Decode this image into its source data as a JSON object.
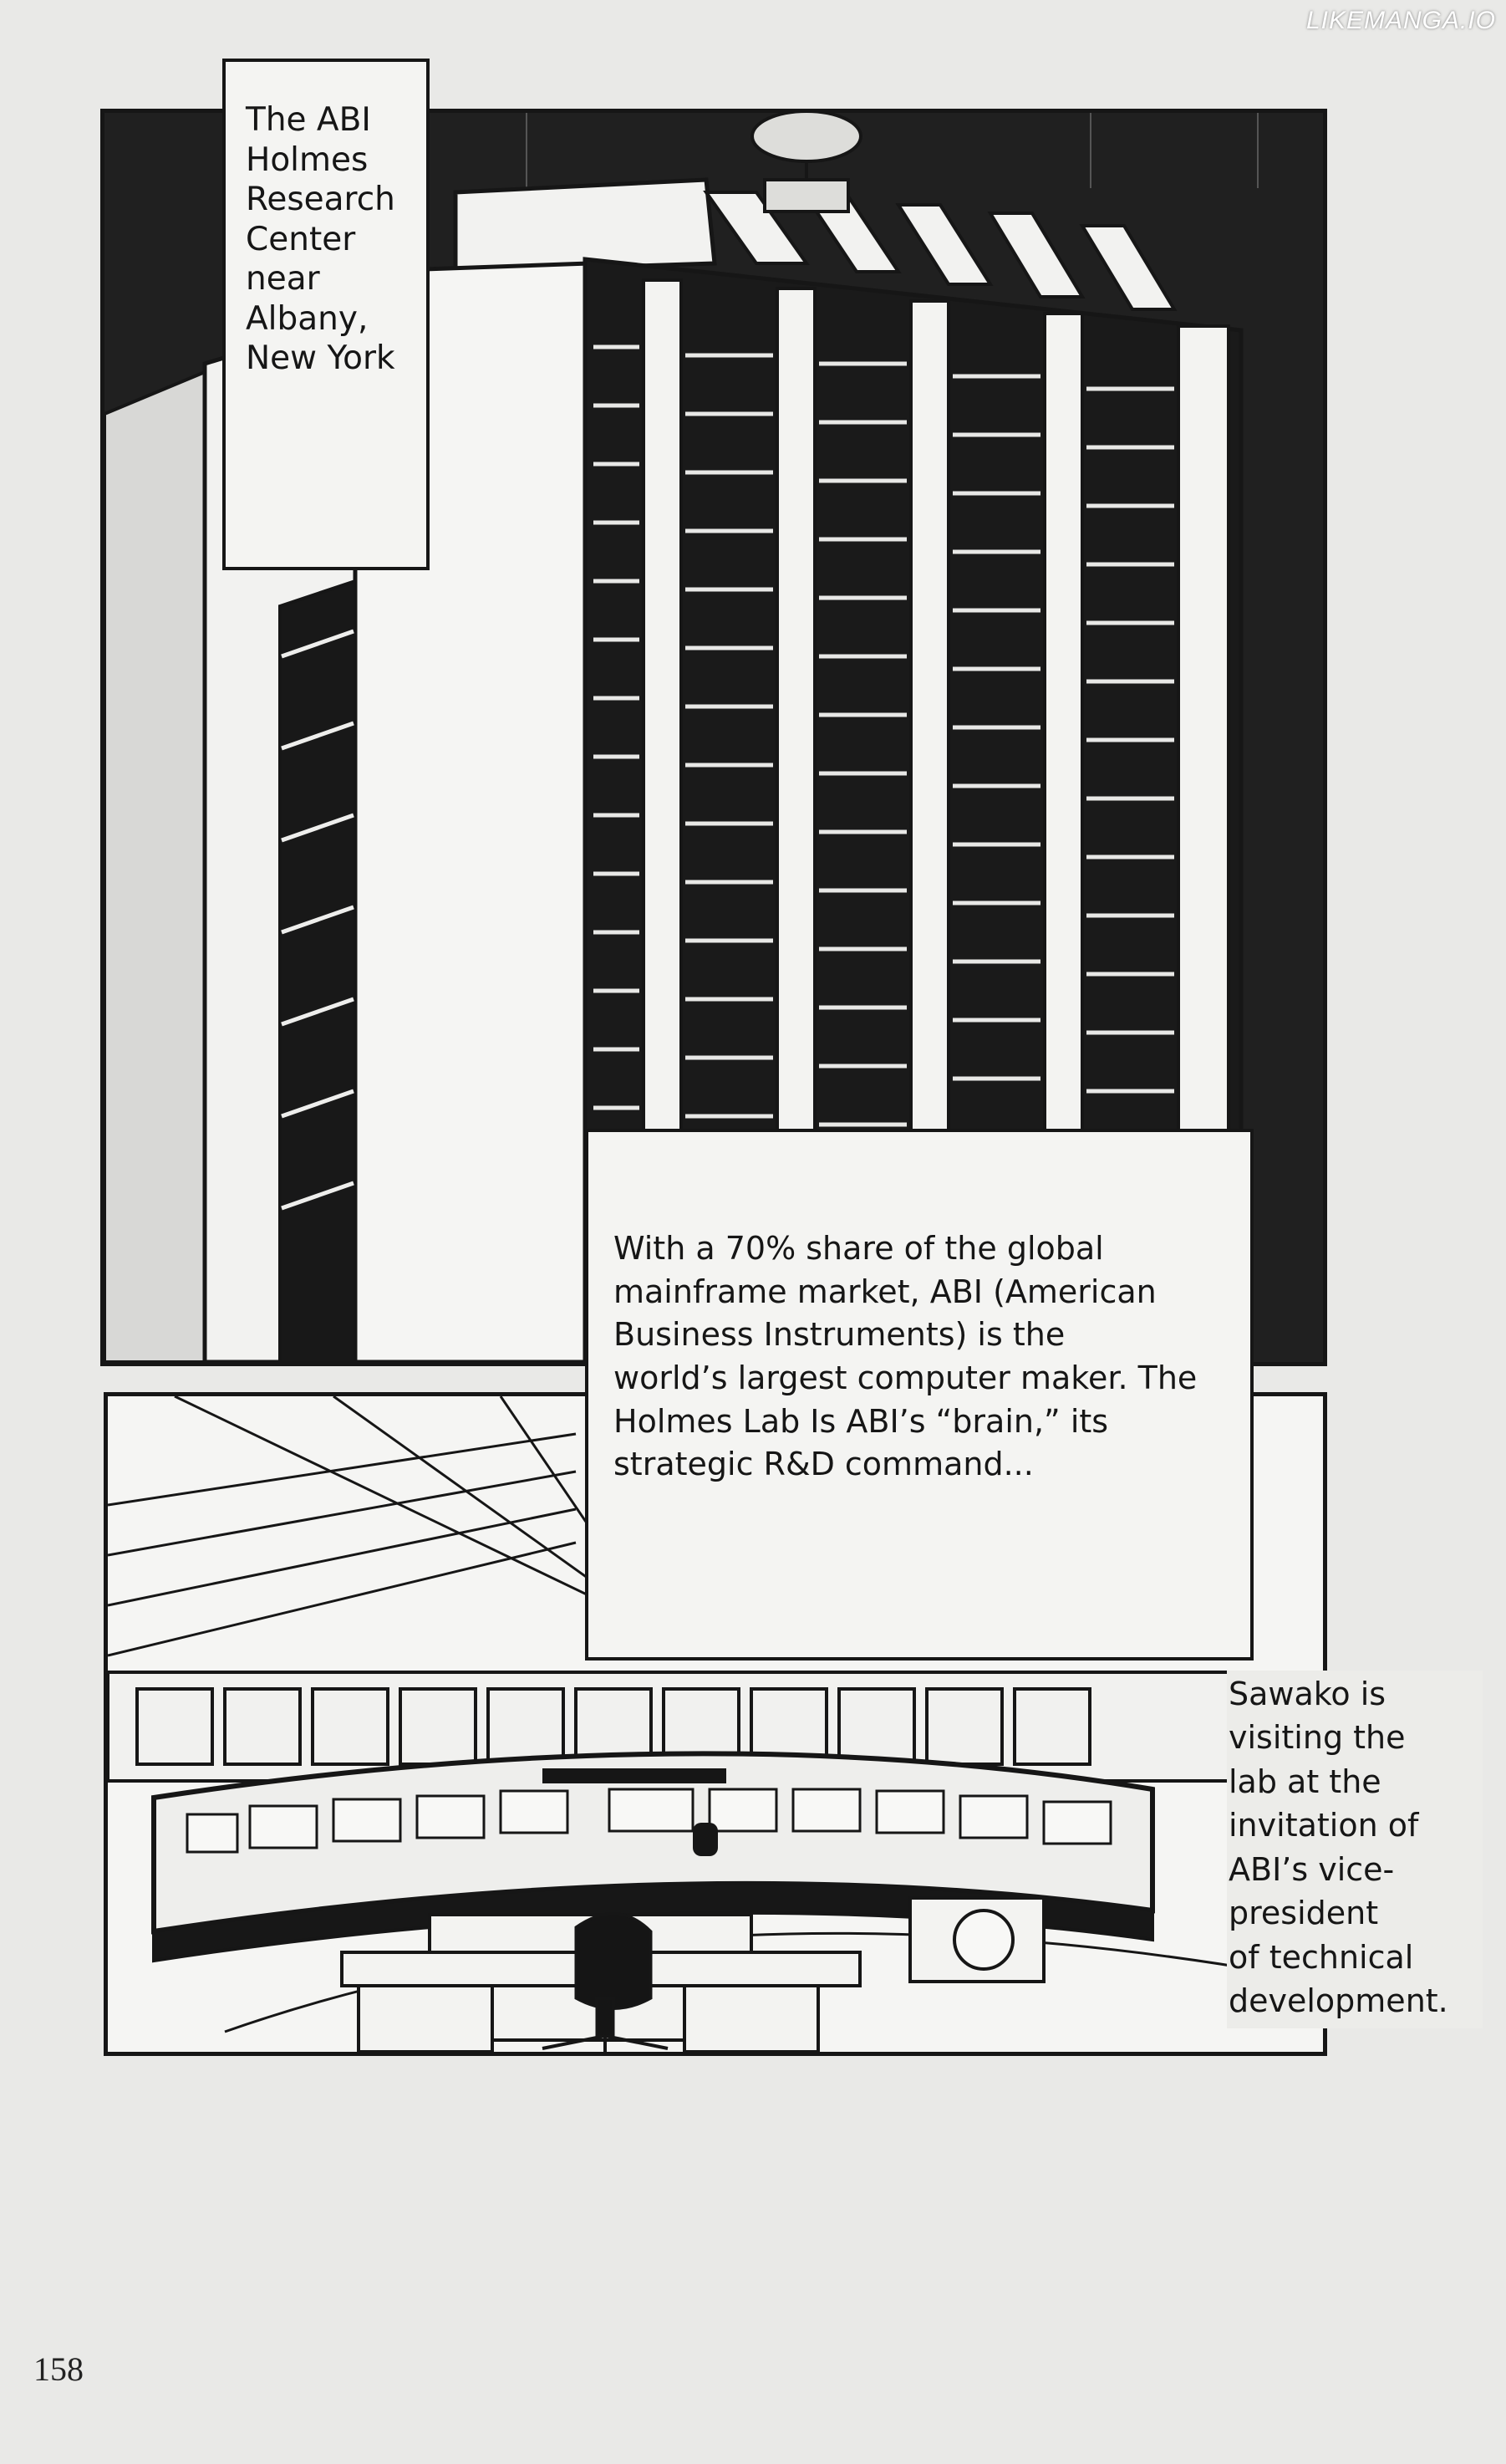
{
  "site_watermark": "LIKEMANGA.IO",
  "captions": {
    "location": "The ABI\nHolmes\nResearch\nCenter\nnear\nAlbany,\nNew York",
    "company": "With a 70% share of the global\nmainframe market, ABI (American\nBusiness Instruments) is the\nworld’s largest computer maker. The\nHolmes Lab Is ABI’s “brain,” its\nstrategic R&D command...",
    "visit": "Sawako is\nvisiting the\nlab at the\ninvitation of\nABI’s vice-\npresident\nof technical\ndevelopment."
  },
  "page_number": "158",
  "colors": {
    "ink": "#161616",
    "paper": "#e9e9e7",
    "panel_dark": "#1f1f1f"
  }
}
